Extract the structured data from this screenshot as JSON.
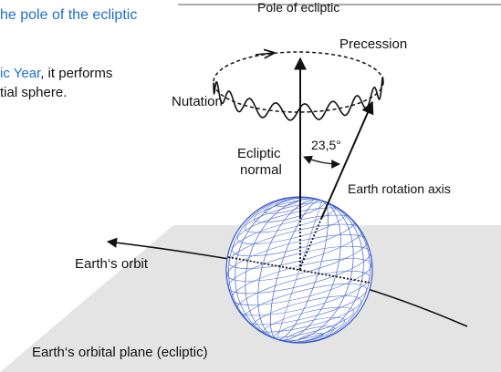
{
  "slide": {
    "heading_fragment": "he pole of the ecliptic",
    "line2_blue": "ic Year",
    "line2_rest": ", it performs",
    "line3": "tial sphere."
  },
  "diagram": {
    "pole_label": "Pole of ecliptic",
    "precession_label": "Precession",
    "nutation_label": "Nutation",
    "ecliptic_normal_line1": "Ecliptic",
    "ecliptic_normal_line2": "normal",
    "angle_label": "23,5°",
    "rotation_axis_label": "Earth rotation axis",
    "orbit_label": "Earth‘s orbit",
    "plane_label": "Earth‘s orbital plane (ecliptic)"
  },
  "colors": {
    "heading_blue": "#1f6fc6",
    "globe_grid": "#3355cc",
    "plane_fill": "#e4e4e4"
  }
}
